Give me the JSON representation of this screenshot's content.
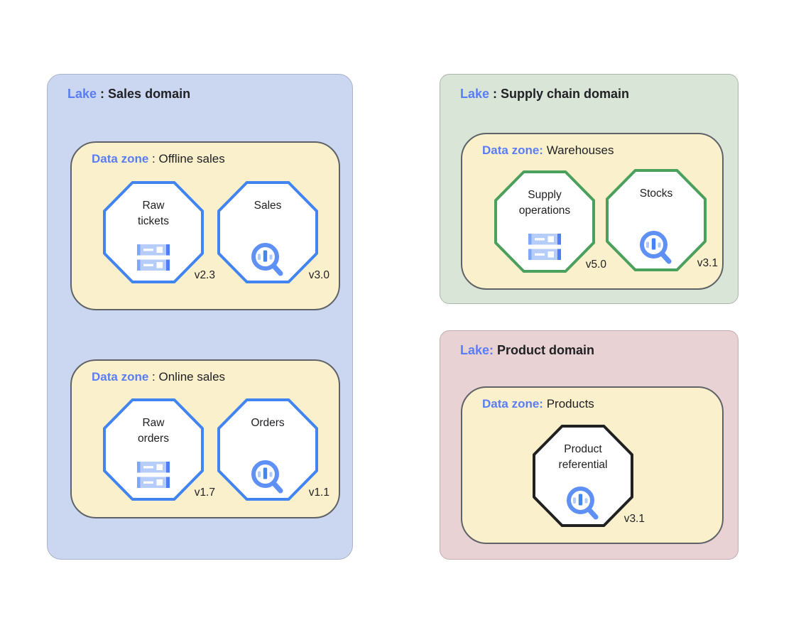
{
  "diagram": {
    "type": "data-lake-architecture",
    "palette": {
      "lake_sales_fill": "#cbd7f1",
      "lake_supply_fill": "#d9e6d7",
      "lake_product_fill": "#e8d2d4",
      "zone_fill": "#faf0cc",
      "zone_border": "#5f6368",
      "accent_text_blue": "#5a7df6",
      "octagon_blue": "#4284f2",
      "octagon_green": "#4aa05c",
      "octagon_black": "#212121",
      "icon_light_blue": "#b6cdfa",
      "icon_mid_blue": "#7fa7f8",
      "icon_strong_blue": "#4285f4",
      "icon_ring_blue": "#5e90f5"
    }
  },
  "lakes": [
    {
      "id": "sales-domain",
      "title": {
        "prefix": "Lake",
        "separator": " : ",
        "name": "Sales domain"
      },
      "zones": [
        {
          "id": "offline-sales",
          "header": {
            "prefix": "Data zone",
            "separator": " : ",
            "name": "Offline sales"
          },
          "assets": [
            {
              "id": "raw-tickets",
              "label": "Raw tickets",
              "version": "v2.3",
              "icon": "entity-icon",
              "border_color": "#4284f2"
            },
            {
              "id": "sales",
              "label": "Sales",
              "version": "v3.0",
              "icon": "search-analytics-icon",
              "border_color": "#4284f2"
            }
          ]
        },
        {
          "id": "online-sales",
          "header": {
            "prefix": "Data zone",
            "separator": " : ",
            "name": "Online sales"
          },
          "assets": [
            {
              "id": "raw-orders",
              "label": "Raw orders",
              "version": "v1.7",
              "icon": "entity-icon",
              "border_color": "#4284f2"
            },
            {
              "id": "orders",
              "label": "Orders",
              "version": "v1.1",
              "icon": "search-analytics-icon",
              "border_color": "#4284f2"
            }
          ]
        }
      ]
    },
    {
      "id": "supply-chain-domain",
      "title": {
        "prefix": "Lake",
        "separator": " : ",
        "name": "Supply chain domain"
      },
      "zones": [
        {
          "id": "warehouses",
          "header": {
            "prefix": "Data zone:",
            "separator": " ",
            "name": "Warehouses"
          },
          "assets": [
            {
              "id": "supply-operations",
              "label": "Supply operations",
              "version": "v5.0",
              "icon": "entity-icon",
              "border_color": "#4aa05c"
            },
            {
              "id": "stocks",
              "label": "Stocks",
              "version": "v3.1",
              "icon": "search-analytics-icon",
              "border_color": "#4aa05c"
            }
          ]
        }
      ]
    },
    {
      "id": "product-domain",
      "title": {
        "prefix": "Lake:",
        "separator": " ",
        "name": "Product domain"
      },
      "zones": [
        {
          "id": "products",
          "header": {
            "prefix": "Data zone:",
            "separator": " ",
            "name": "Products"
          },
          "assets": [
            {
              "id": "product-referential",
              "label": "Product referential",
              "version": "v3.1",
              "icon": "search-analytics-icon",
              "border_color": "#212121"
            }
          ]
        }
      ]
    }
  ]
}
